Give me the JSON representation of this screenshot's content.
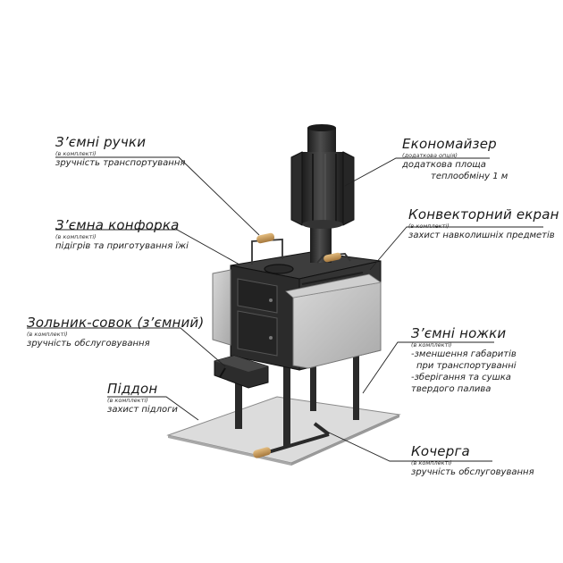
{
  "labels": {
    "handles": {
      "title": "З’ємні ручки",
      "note": "(в комплекті)",
      "desc": [
        "зручність транспортування"
      ]
    },
    "burner": {
      "title": "З’ємна конфорка",
      "note": "(в комплекті)",
      "desc": [
        "підігрів та приготування їжі"
      ]
    },
    "ashpan": {
      "title": "Зольник-совок (з’ємний)",
      "note": "(в комплекті)",
      "desc": [
        "зручність обслуговування"
      ]
    },
    "tray": {
      "title": "Піддон",
      "note": "(в комплекті)",
      "desc": [
        "захист підлоги"
      ]
    },
    "economizer": {
      "title": "Економайзер",
      "note": "(додаткова опція)",
      "desc": [
        "додаткова площа",
        "теплообміну 1 м"
      ]
    },
    "convector": {
      "title": "Конвекторний екран",
      "note": "(в комплекті)",
      "desc": [
        "захист навколишніх предметів"
      ]
    },
    "legs": {
      "title": "З’ємні ножки",
      "note": "(в комплекті)",
      "desc": [
        "-зменшення габаритів",
        "при транспортуванні",
        "-зберігання та сушка",
        "твердого палива"
      ]
    },
    "poker": {
      "title": "Кочерга",
      "note": "(в комплекті)",
      "desc": [
        "зручність обслуговування"
      ]
    }
  },
  "colors": {
    "steel_dark": "#2b2b2b",
    "steel_mid": "#4a4a4a",
    "panel_grey": "#bdbdbd",
    "tray_grey": "#d9d9d9",
    "wood": "#c99a5b",
    "leader": "#222222"
  }
}
